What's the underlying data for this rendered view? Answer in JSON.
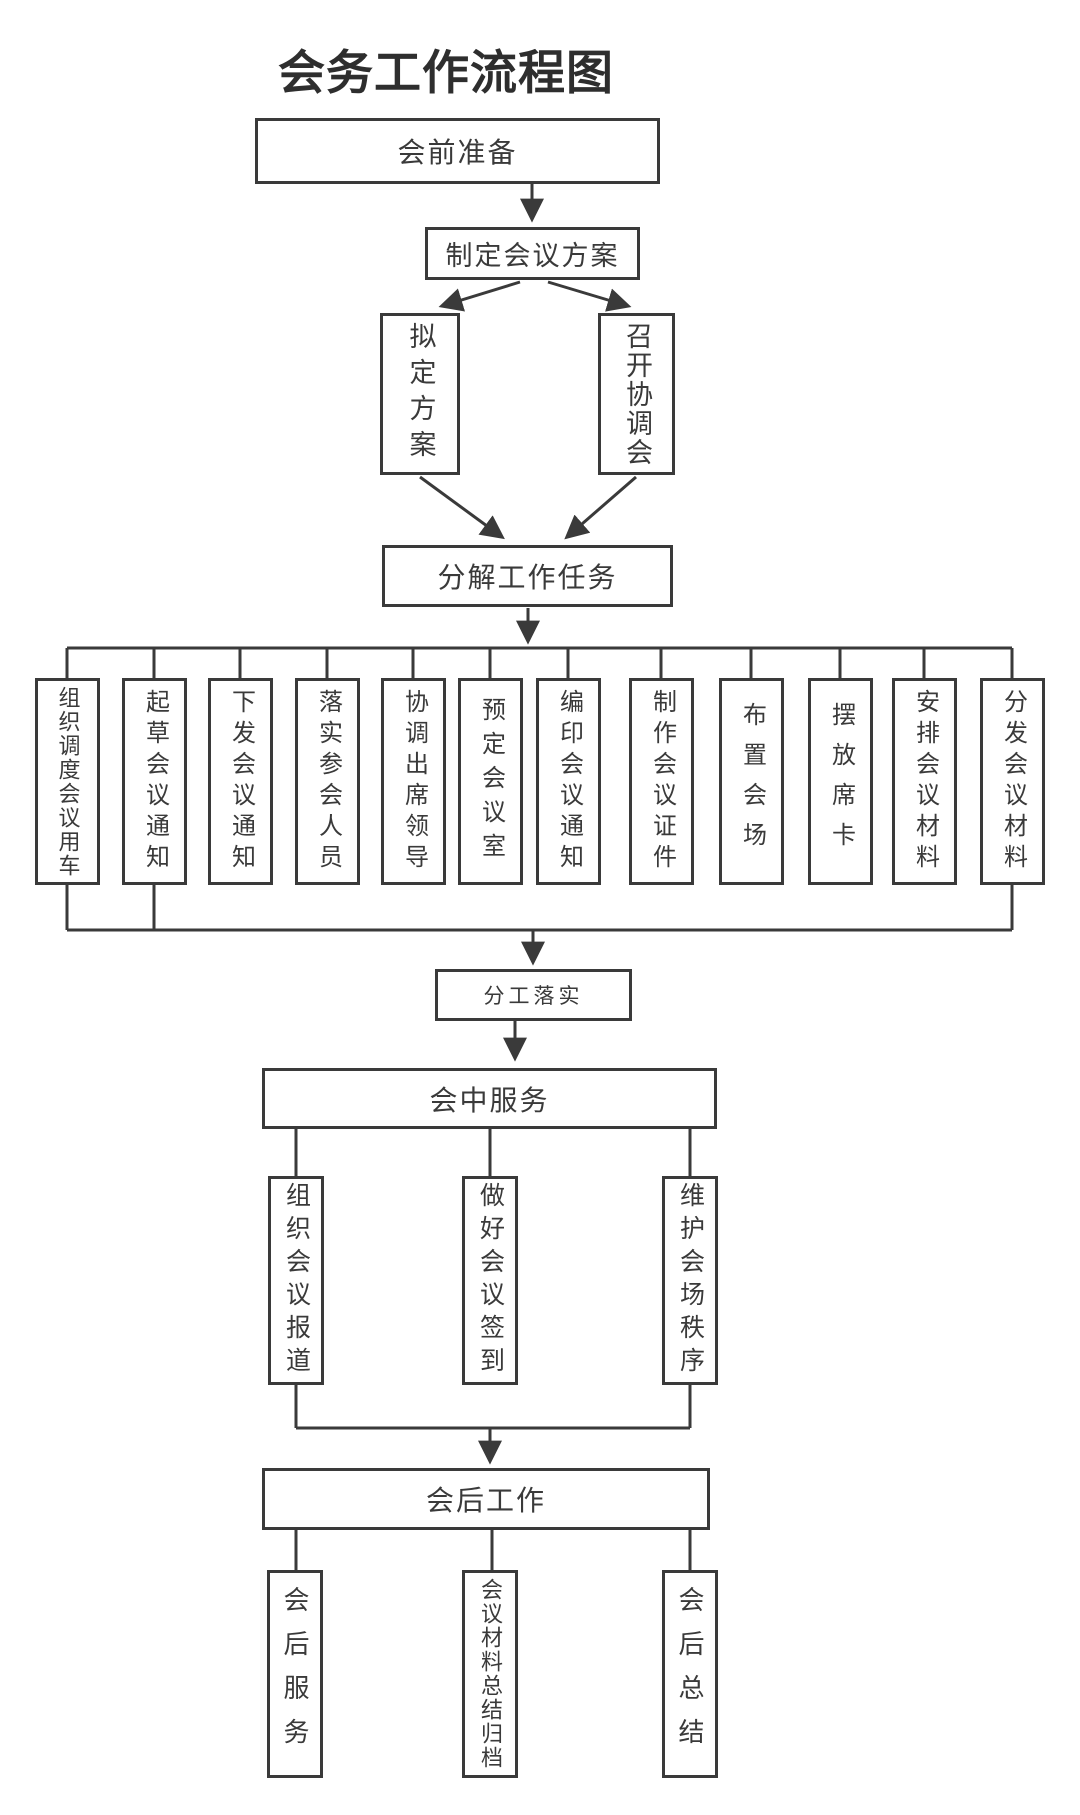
{
  "page": {
    "title": "会务工作流程图",
    "colors": {
      "line": "#3a3a3a",
      "background": "#ffffff",
      "text": "#3a3a3a"
    }
  },
  "flow": {
    "pre": {
      "label": "会前准备"
    },
    "plan": {
      "label": "制定会议方案"
    },
    "plan_branches": [
      {
        "label": "拟定方案"
      },
      {
        "label": "召开协调会"
      }
    ],
    "decompose": {
      "label": "分解工作任务"
    },
    "tasks": [
      {
        "label": "组织调度会议用车"
      },
      {
        "label": "起草会议通知"
      },
      {
        "label": "下发会议通知"
      },
      {
        "label": "落实参会人员"
      },
      {
        "label": "协调出席领导"
      },
      {
        "label": "预定会议室"
      },
      {
        "label": "编印会议通知"
      },
      {
        "label": "制作会议证件"
      },
      {
        "label": "布置会场"
      },
      {
        "label": "摆放席卡"
      },
      {
        "label": "安排会议材料"
      },
      {
        "label": "分发会议材料"
      }
    ],
    "assign": {
      "label": "分工落实"
    },
    "during": {
      "label": "会中服务"
    },
    "during_branches": [
      {
        "label": "组织会议报道"
      },
      {
        "label": "做好会议签到"
      },
      {
        "label": "维护会场秩序"
      }
    ],
    "post": {
      "label": "会后工作"
    },
    "post_branches": [
      {
        "label": "会后服务"
      },
      {
        "label": "会议材料总结归档"
      },
      {
        "label": "会后总结"
      }
    ]
  }
}
